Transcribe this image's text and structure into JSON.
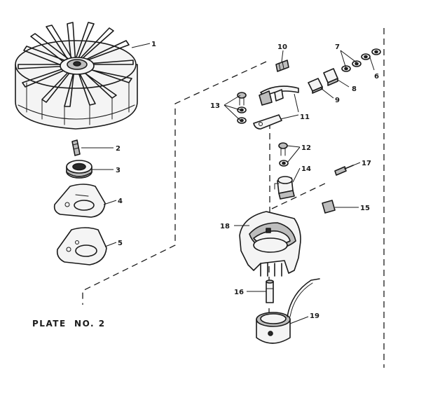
{
  "plate_title": "PLATE  NO. 2",
  "callouts": {
    "p1": "1",
    "p2": "2",
    "p3": "3",
    "p4": "4",
    "p5": "5",
    "p6": "6",
    "p7": "7",
    "p8": "8",
    "p9": "9",
    "p10": "10",
    "p11": "11",
    "p12": "12",
    "p13": "13",
    "p14": "14",
    "p15": "15",
    "p16": "16",
    "p17": "17",
    "p18": "18",
    "p19": "19"
  }
}
